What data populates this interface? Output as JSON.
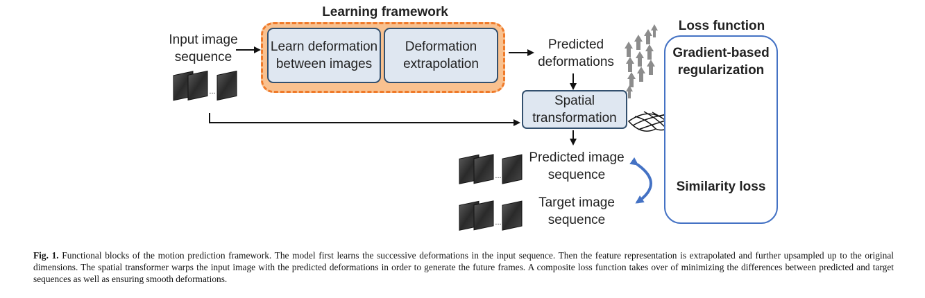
{
  "diagram": {
    "learning_framework_title": "Learning framework",
    "loss_function_title": "Loss function",
    "input_label": "Input image sequence",
    "learn_box": "Learn deformation between images",
    "extrapolation_box": "Deformation extrapolation",
    "predicted_deformations": "Predicted deformations",
    "spatial_box": "Spatial transformation",
    "predicted_sequence": "Predicted image sequence",
    "target_sequence": "Target image sequence",
    "gradient_reg": "Gradient-based regularization",
    "similarity_loss": "Similarity loss",
    "ellipsis": "...",
    "colors": {
      "framework_fill": "#f9c18f",
      "framework_border": "#ef7a2a",
      "box_fill": "#dfe7f1",
      "box_border": "#33506e",
      "loss_border": "#4472c4"
    }
  },
  "caption": {
    "label": "Fig. 1.",
    "text": "Functional blocks of the motion prediction framework. The model first learns the successive deformations in the input sequence. Then the feature representation is extrapolated and further upsampled up to the original dimensions. The spatial transformer warps the input image with the predicted deformations in order to generate the future frames. A composite loss function takes over of minimizing the differences between predicted and target sequences as well as ensuring smooth deformations."
  }
}
